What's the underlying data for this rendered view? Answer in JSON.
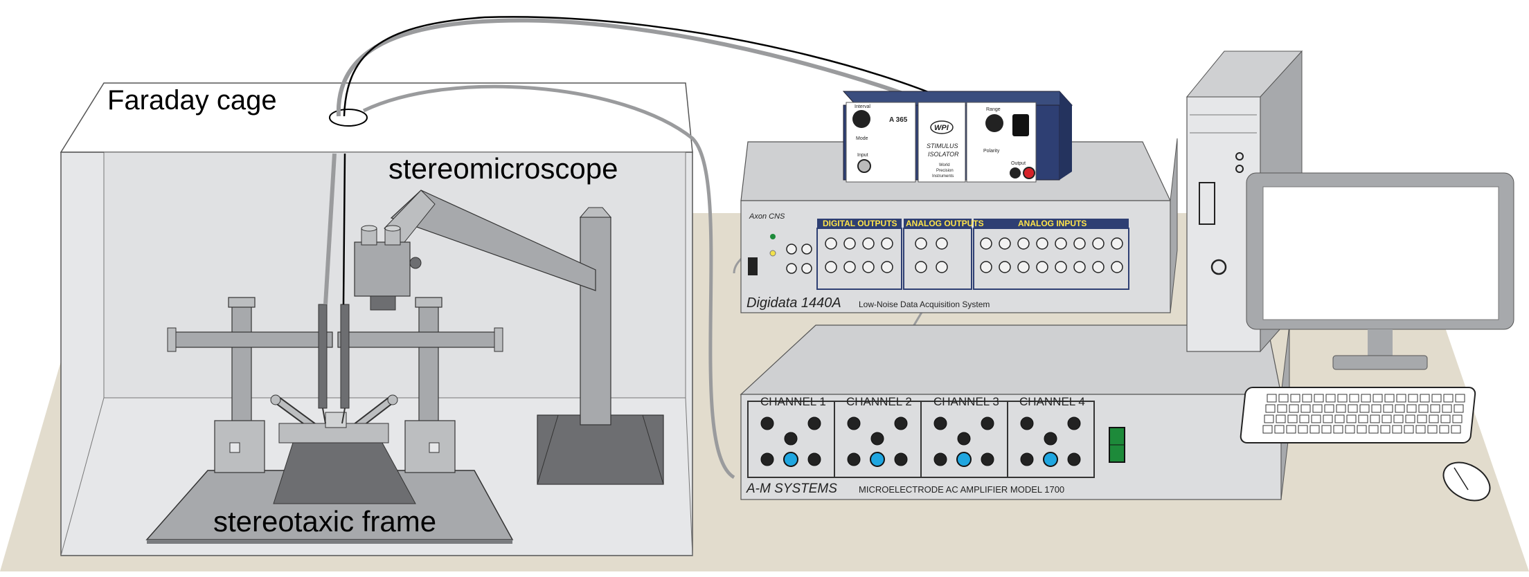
{
  "labels": {
    "faraday": "Faraday cage",
    "stereomicroscope": "stereomicroscope",
    "stereotaxic": "stereotaxic frame"
  },
  "isolator": {
    "brand": "WPI",
    "model": "A 365",
    "title1": "STIMULUS",
    "title2": "ISOLATOR",
    "maker1": "World",
    "maker2": "Precision",
    "maker3": "Instruments",
    "k_interval": "Interval",
    "k_range": "Range",
    "k_mode": "Mode",
    "k_input": "Input",
    "k_output": "Output",
    "k_polarity": "Polarity"
  },
  "digidata": {
    "maker": "Axon CNS",
    "tab_digital": "DIGITAL OUTPUTS",
    "tab_analog_out": "ANALOG OUTPUTS",
    "tab_analog_in": "ANALOG INPUTS",
    "model": "Digidata 1440A",
    "subtitle": "Low-Noise Data Acquisition System"
  },
  "amplifier": {
    "ch1": "CHANNEL 1",
    "ch2": "CHANNEL 2",
    "ch3": "CHANNEL 3",
    "ch4": "CHANNEL 4",
    "brand": "A-M SYSTEMS",
    "model": "MICROELECTRODE AC AMPLIFIER MODEL 1700"
  },
  "colors": {
    "table": "#e2dccd",
    "cage": "#e6e7e9",
    "frame": "#a7a9ac",
    "device": "#dcdddf",
    "navy": "#2e3f73",
    "blue_led": "#1fa6e0",
    "green": "#1d8a3a"
  }
}
